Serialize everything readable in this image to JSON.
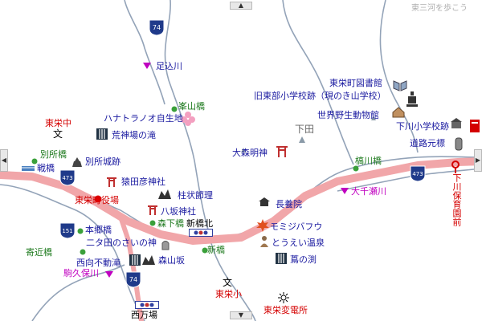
{
  "brand": "東三河を歩こう",
  "colors": {
    "river": "#93a3b8",
    "road": "#f1a6a9",
    "place_text": "#1a1aa0",
    "bridge_text": "#1e7a1e",
    "school_text": "#d40000",
    "river_text": "#c000c0",
    "area_text": "#666666"
  },
  "routes": [
    {
      "number": "74"
    },
    {
      "number": "473"
    },
    {
      "number": "151"
    },
    {
      "number": "473"
    },
    {
      "number": "74"
    }
  ],
  "labels": {
    "ashikomigawa": "足込川",
    "minenoyamabashi": "峯山橋",
    "hanatoranoo": "ハナトラノオ自生地",
    "higashisakae_chu": "東栄中",
    "arajinba": "荒神場の滝",
    "betsushobashi": "別所橋",
    "ikusabashi": "戦橋",
    "betsushojoato": "別所城跡",
    "sarutahiko": "猿田彦神社",
    "town_office": "東栄町役場",
    "hashiragoku": "柱状節理",
    "yasaka": "八坂神社",
    "moritabashi": "森下橋",
    "shinhashikita": "新橋北",
    "hongobashi": "本郷橋",
    "nitamata": "二タ田のさいの神",
    "yorichikabashi": "寄近橋",
    "nishimuki": "西向不動滝",
    "moriyamazaka": "森山坂",
    "shinbashi": "新橋",
    "komakubo": "駒久保川",
    "saiba": "西万場",
    "higashisakae_sho": "東栄小",
    "henden": "東栄変電所",
    "library": "東栄町図書館",
    "kyu_tobu": "旧東部小学校跡（現のき山学校）",
    "zoo": "世界野生動物館",
    "shimoda": "下田",
    "shimokawa_school": "下川小学校跡",
    "dorogenpyo": "道路元標",
    "okawabashi": "槁川橋",
    "omori": "大森明神",
    "chogin": "長養院",
    "momiji": "モミジバフウ",
    "toei_onsen": "とうえい温泉",
    "kunofuchi": "蔦の渕",
    "osenkawa": "大千瀬川",
    "shimokawa_hoikuen": "下川保育園前"
  }
}
